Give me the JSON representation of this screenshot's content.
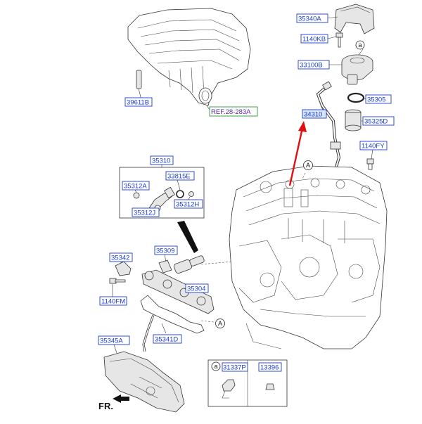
{
  "labels": {
    "p35340a": "35340A",
    "p1140kb": "1140KB",
    "p33100b": "33100B",
    "p35305": "35305",
    "p34310": "34310",
    "p35325d": "35325D",
    "p1140fy": "1140FY",
    "p39611b": "39611B",
    "p35310": "35310",
    "p35312a": "35312A",
    "p33815e": "33815E",
    "p35312j": "35312J",
    "p35312h": "35312H",
    "p35342": "35342",
    "p35309": "35309",
    "p35304": "35304",
    "p1140fm": "1140FM",
    "p35341d": "35341D",
    "p35345a": "35345A",
    "p31337p": "31337P",
    "p13396": "13396"
  },
  "reference": "REF.28-283A",
  "callouts": {
    "a_pump": "a",
    "a_engine": "A",
    "a_rail": "A",
    "a_legend": "a"
  },
  "direction_label": "FR.",
  "colors": {
    "label_text": "#1a3bd6",
    "reference_text": "#5a2a9a",
    "reference_border": "#2e9a3a",
    "arrow": "#e01010"
  }
}
